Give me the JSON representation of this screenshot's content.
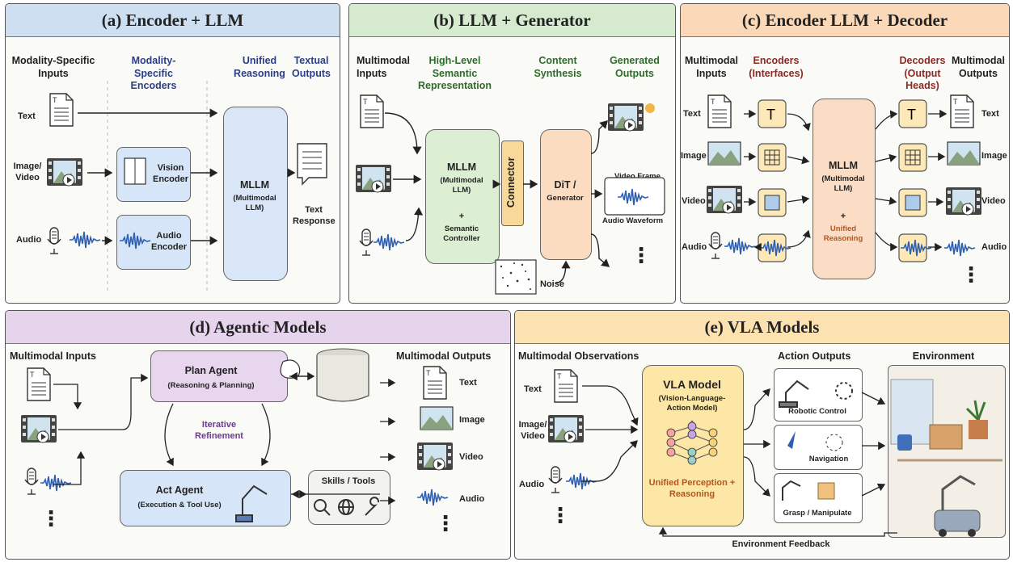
{
  "panels": {
    "a": {
      "title": "(a) Encoder + LLM",
      "col1": "Modality-Specific Inputs",
      "col2": "Modality-Specific Encoders",
      "col3": "Unified Reasoning",
      "col4": "Textual Outputs",
      "in_text": "Text",
      "in_image": "Image/ Video",
      "in_audio": "Audio",
      "vision_encoder": "Vision Encoder",
      "audio_encoder": "Audio Encoder",
      "mllm": "MLLM",
      "mllm_sub": "(Multimodal LLM)",
      "out": "Text Response"
    },
    "b": {
      "title": "(b) LLM + Generator",
      "col1": "Multimodal Inputs",
      "col2": "High-Level Semantic Representation",
      "col3": "Content Synthesis",
      "col4": "Generated Outputs",
      "mllm": "MLLM",
      "mllm_sub": "(Multimodal LLM)",
      "plus": "+",
      "controller": "Semantic Controller",
      "connector": "Connector",
      "dit": "DiT /",
      "generator": "Generator",
      "noise": "Noise",
      "out_video": "Video Frame",
      "out_audio": "Audio Waveform",
      "dots": "⋮"
    },
    "c": {
      "title": "(c) Encoder LLM + Decoder",
      "col1": "Multimodal Inputs",
      "col2": "Encoders (Interfaces)",
      "col3": "Decoders (Output Heads)",
      "col4": "Multimodal Outputs",
      "in_text": "Text",
      "in_image": "Image",
      "in_video": "Video",
      "in_audio": "Audio",
      "mllm": "MLLM",
      "mllm_sub": "(Multimodal LLM)",
      "plus": "+",
      "unified": "Unified Reasoning",
      "out_text": "Text",
      "out_image": "Image",
      "out_video": "Video",
      "out_audio": "Audio",
      "dots": "⋮"
    },
    "d": {
      "title": "(d) Agentic Models",
      "col1": "Multimodal Inputs",
      "col2": "Multimodal Outputs",
      "plan": "Plan Agent",
      "plan_sub": "(Reasoning & Planning)",
      "memory": "External Memory",
      "iter": "Iterative Refinement",
      "act": "Act Agent",
      "act_sub": "(Execution & Tool Use)",
      "skills": "Skills / Tools",
      "out_text": "Text",
      "out_image": "Image",
      "out_video": "Video",
      "out_audio": "Audio",
      "dots": "⋮"
    },
    "e": {
      "title": "(e) VLA Models",
      "col1": "Multimodal Observations",
      "col2": "Action Outputs",
      "col3": "Environment",
      "in_text": "Text",
      "in_image": "Image/ Video",
      "in_audio": "Audio",
      "vla": "VLA Model",
      "vla_sub": "(Vision-Language-Action Model)",
      "vla_plus": "+",
      "vla_bottom": "Unified Perception + Reasoning",
      "act1": "Robotic Control",
      "act2": "Navigation",
      "act3": "Grasp / Manipulate",
      "feedback": "Environment Feedback",
      "dots": "⋮"
    }
  },
  "colors": {
    "a_header": "#cfdff2",
    "b_header": "#d6ead0",
    "c_header": "#fbd9b8",
    "d_header": "#e6d3ec",
    "e_header": "#fbe2b0",
    "encoder_fill": "#d6e5f7",
    "mllm_a_fill": "#d9e6f8",
    "mllm_b_fill": "#dcefd3",
    "dit_fill": "#fbdcc0",
    "connector_fill": "#f8d99a",
    "iface_fill": "#fde9b7",
    "mllm_c_fill": "#fbdcc4",
    "plan_fill": "#e7d6ee",
    "act_fill": "#d6e5f7",
    "memory_fill": "#e8e8e0",
    "vla_fill": "#fde7a6",
    "wave": "#2f5fb3"
  }
}
